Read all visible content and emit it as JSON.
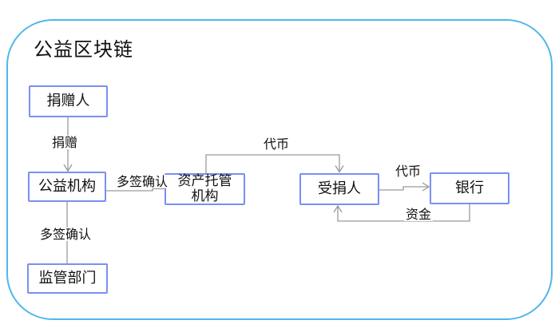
{
  "diagram": {
    "title": "公益区块链"
  },
  "nodes": {
    "donor": {
      "label": "捐赠人"
    },
    "charity": {
      "label": "公益机构"
    },
    "regulator": {
      "label": "监管部门"
    },
    "custodian": {
      "label": "资产托管\n机构"
    },
    "recipient": {
      "label": "受捐人"
    },
    "bank": {
      "label": "银行"
    }
  },
  "edges": {
    "donation": {
      "label": "捐赠",
      "from": "donor",
      "to": "charity"
    },
    "multisig_custodian": {
      "label": "多签确认",
      "from": "charity",
      "to": "custodian"
    },
    "multisig_regulator": {
      "label": "多签确认",
      "from": "charity",
      "to": "regulator"
    },
    "token_to_recipient": {
      "label": "代币",
      "from": "custodian",
      "to": "recipient"
    },
    "token_to_bank": {
      "label": "代币",
      "from": "recipient",
      "to": "bank"
    },
    "funds_to_recipient": {
      "label": "资金",
      "from": "bank",
      "to": "recipient"
    }
  },
  "colors": {
    "frame_border": "#4db8ea",
    "node_border": "#7a8ff2",
    "connector": "#9a9a9a",
    "text": "#111111"
  }
}
